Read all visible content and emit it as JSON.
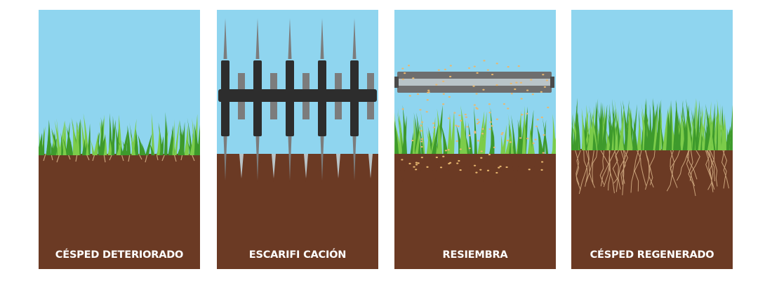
{
  "colors": {
    "sky": "#8fd5ef",
    "soil": "#6b3a24",
    "soil_dark": "#5a2f1c",
    "grass_light": "#7ccc4a",
    "grass_dark": "#3e9a2c",
    "roots": "#c9a27a",
    "tool_dark": "#2d2d2d",
    "tool_mid": "#7c7c7c",
    "tool_light": "#b9c4c8",
    "seeds": "#e8b870",
    "caption_text": "#ffffff"
  },
  "panels": [
    {
      "caption": "CÉSPED DETERIORADO",
      "icon": "sparse-grass"
    },
    {
      "caption": "ESCARIFI CACIÓN",
      "icon": "scarifier-blades"
    },
    {
      "caption": "RESIEMBRA",
      "icon": "seed-roller"
    },
    {
      "caption": "CÉSPED REGENERADO",
      "icon": "dense-grass-roots"
    }
  ]
}
